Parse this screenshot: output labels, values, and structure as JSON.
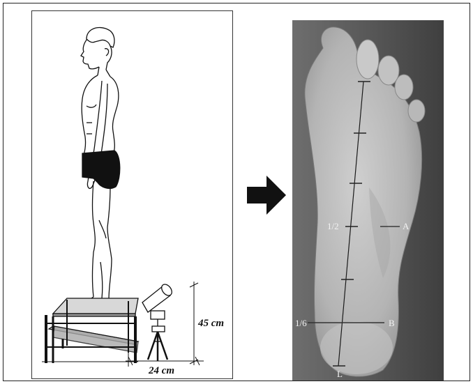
{
  "left_panel": {
    "height_label": "45 cm",
    "width_label": "24 cm"
  },
  "foot_panel": {
    "mark_half": "1/2",
    "mark_sixth": "1/6",
    "point_a": "A",
    "point_b": "B",
    "point_l": "L"
  },
  "icons": [
    "arrow-right-icon",
    "camera-icon"
  ]
}
